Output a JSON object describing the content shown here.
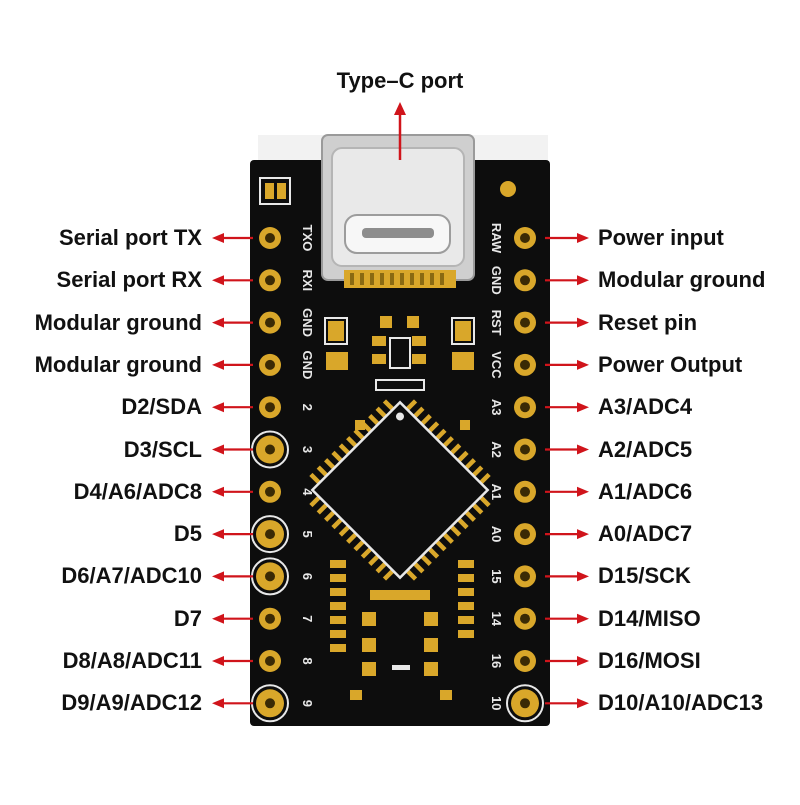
{
  "title": "Type–C port",
  "left_labels": [
    "Serial port TX",
    "Serial port RX",
    "Modular ground",
    "Modular ground",
    "D2/SDA",
    "D3/SCL",
    "D4/A6/ADC8",
    "D5",
    "D6/A7/ADC10",
    "D7",
    "D8/A8/ADC11",
    "D9/A9/ADC12"
  ],
  "right_labels": [
    "Power input",
    "Modular ground",
    "Reset pin",
    "Power Output",
    "A3/ADC4",
    "A2/ADC5",
    "A1/ADC6",
    "A0/ADC7",
    "D15/SCK",
    "D14/MISO",
    "D16/MOSI",
    "D10/A10/ADC13"
  ],
  "left_pin_silk": [
    "TXO",
    "RXI",
    "GND",
    "GND",
    "2",
    "3",
    "4",
    "5",
    "6",
    "7",
    "8",
    "9"
  ],
  "right_pin_silk": [
    "RAW",
    "GND",
    "RST",
    "VCC",
    "A3",
    "A2",
    "A1",
    "A0",
    "15",
    "14",
    "16",
    "10"
  ],
  "colors": {
    "arrow": "#d0141b",
    "board": "#0d0d0d",
    "gold": "#d9a72a",
    "label": "#111111"
  }
}
